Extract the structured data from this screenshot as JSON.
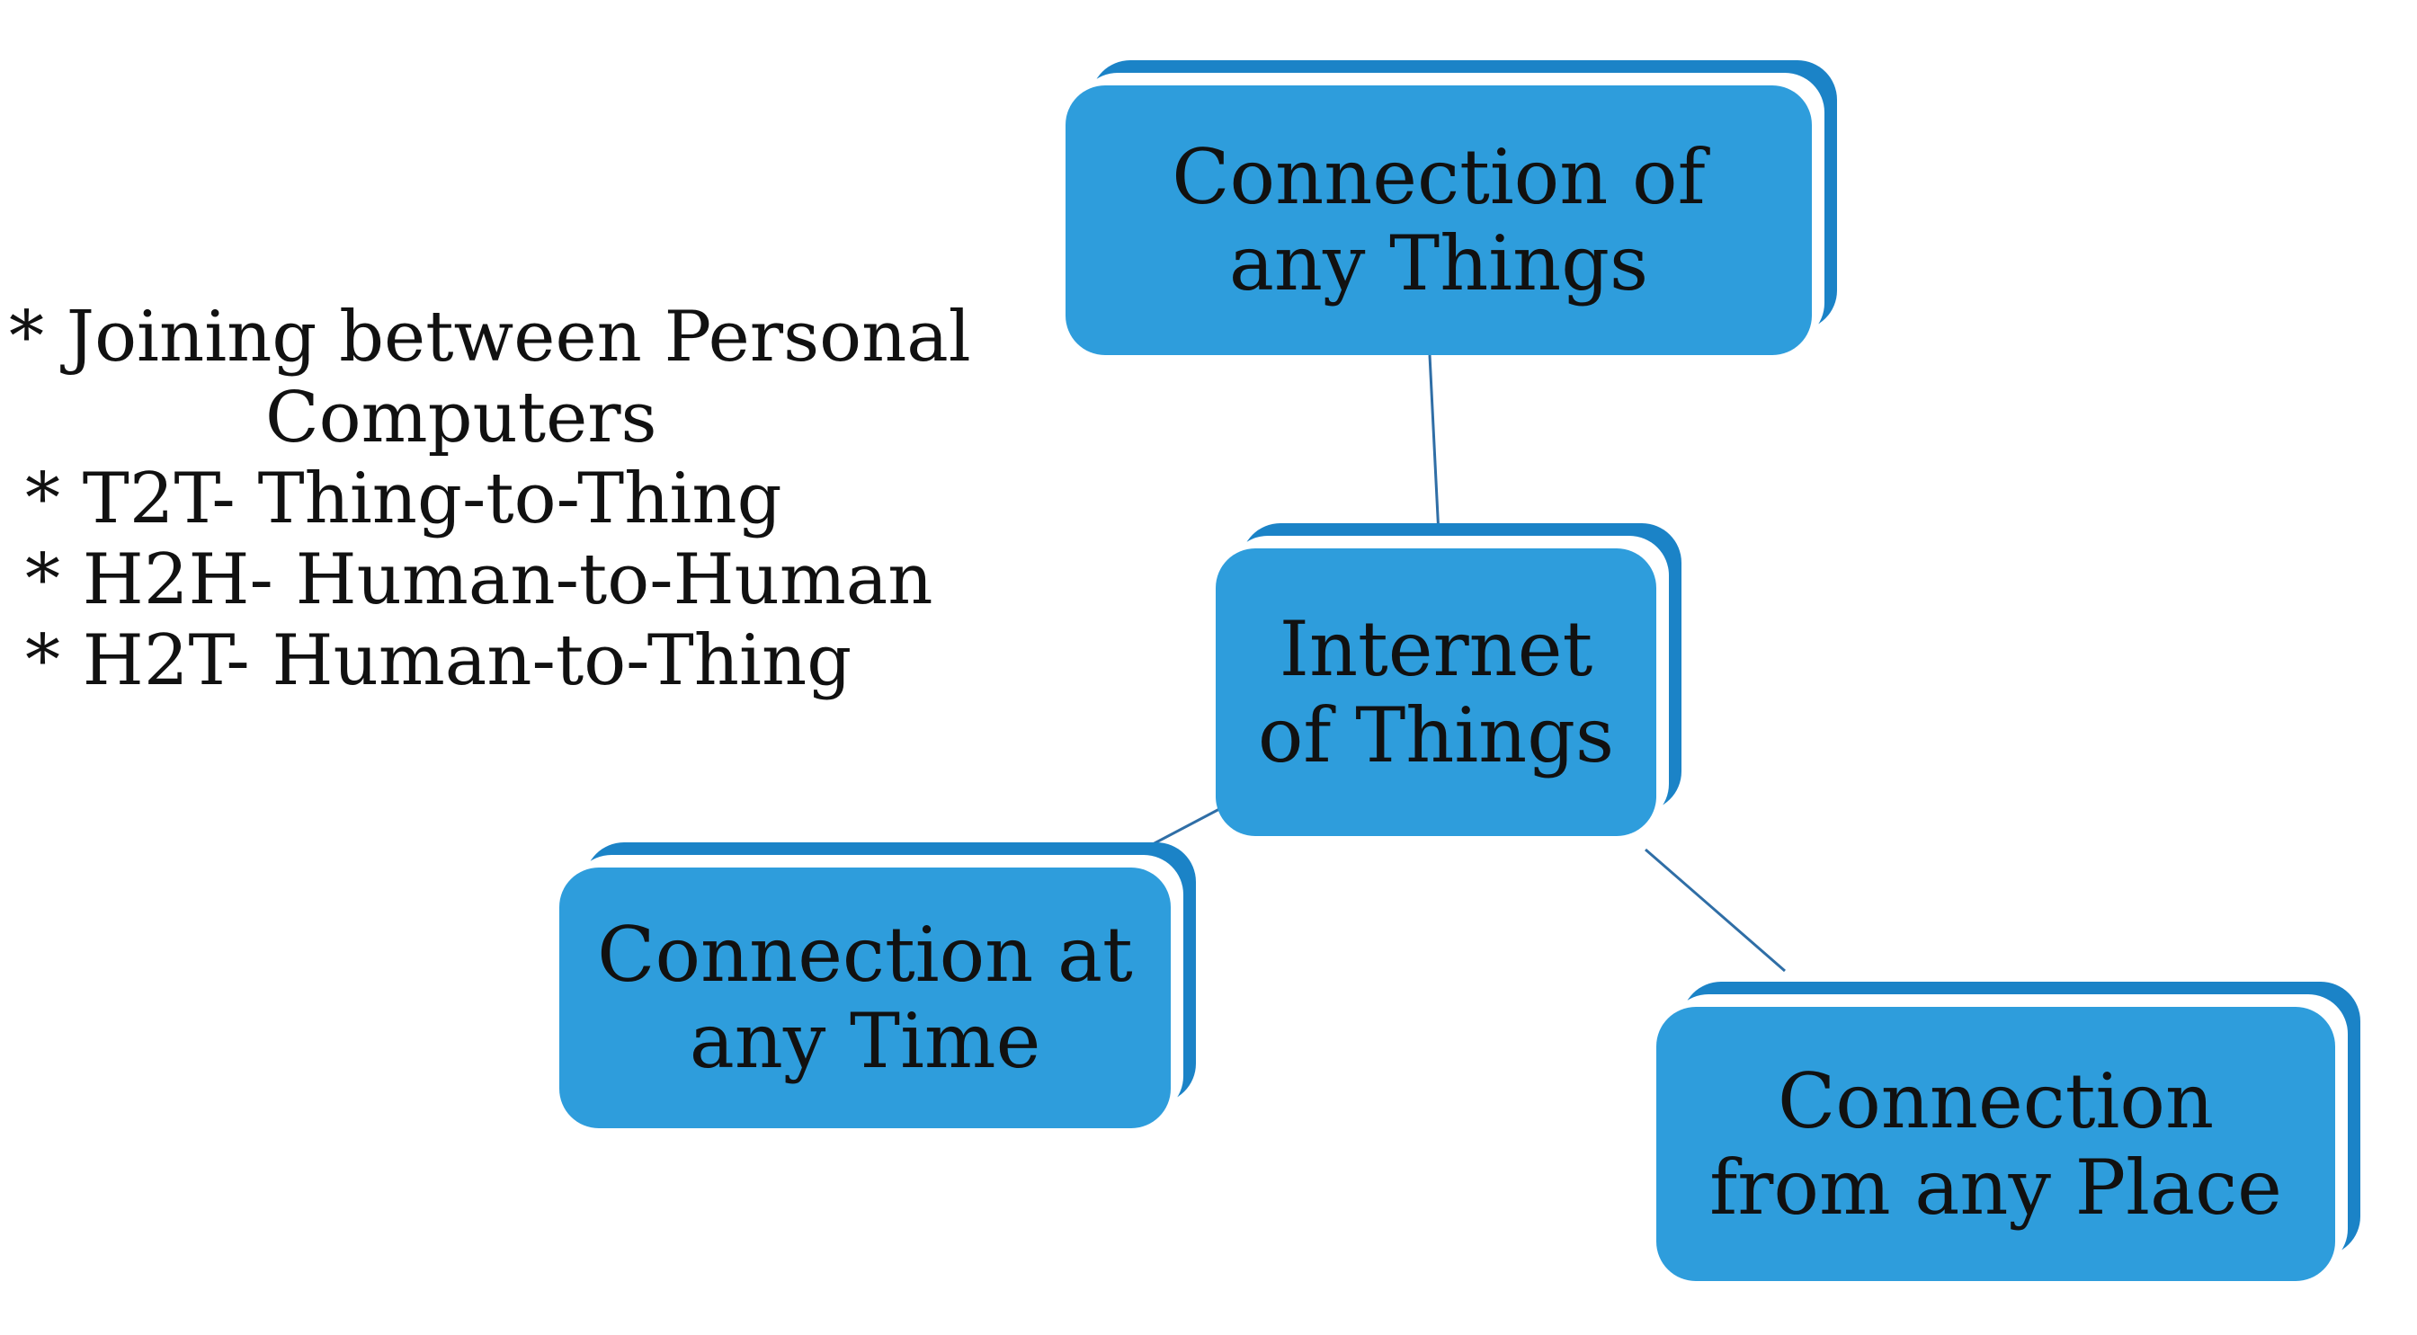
{
  "bullets": [
    "* Joining  between Personal",
    "Computers",
    "* T2T- Thing-to-Thing",
    "* H2H- Human-to-Human",
    "* H2T- Human-to-Thing"
  ],
  "nodes": {
    "top": {
      "line1": "Connection of",
      "line2": "any Things"
    },
    "center": {
      "line1": "Internet",
      "line2": "of Things"
    },
    "left": {
      "line1": "Connection at",
      "line2": "any Time"
    },
    "right": {
      "line1": "Connection",
      "line2": "from any Place"
    }
  },
  "colors": {
    "box_face": "#2e9ddc",
    "box_depth": "#1b83c7",
    "connector": "#2f6ea6",
    "text": "#111111"
  }
}
